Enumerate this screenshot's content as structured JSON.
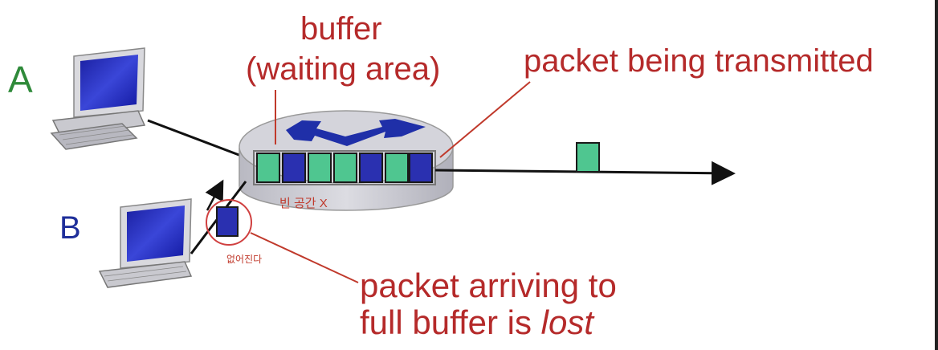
{
  "labels": {
    "host_a": "A",
    "host_b": "B",
    "buffer_title": "buffer",
    "buffer_subtitle": "(waiting area)",
    "transmitted": "packet being transmitted",
    "lost_line1": "packet arriving to",
    "lost_line2_prefix": "full buffer is ",
    "lost_line2_italic": "lost"
  },
  "handwritten_notes": {
    "empty_space": "빈 공간 X",
    "disappears": "없어진다"
  },
  "queue": {
    "packets": [
      "green",
      "blue",
      "green",
      "green",
      "blue",
      "green",
      "blue"
    ]
  },
  "colors": {
    "packet_green": "#4fc690",
    "packet_blue": "#2a30b0",
    "annotation_red": "#b52a2a",
    "host_a_label": "#2f8a3a",
    "host_b_label": "#1f2f9a",
    "router_body": "#cfcfd6",
    "router_arrows": "#1f2fa8"
  },
  "icons": {
    "host_a": "desktop-computer-icon",
    "host_b": "desktop-computer-icon",
    "router": "router-icon"
  }
}
